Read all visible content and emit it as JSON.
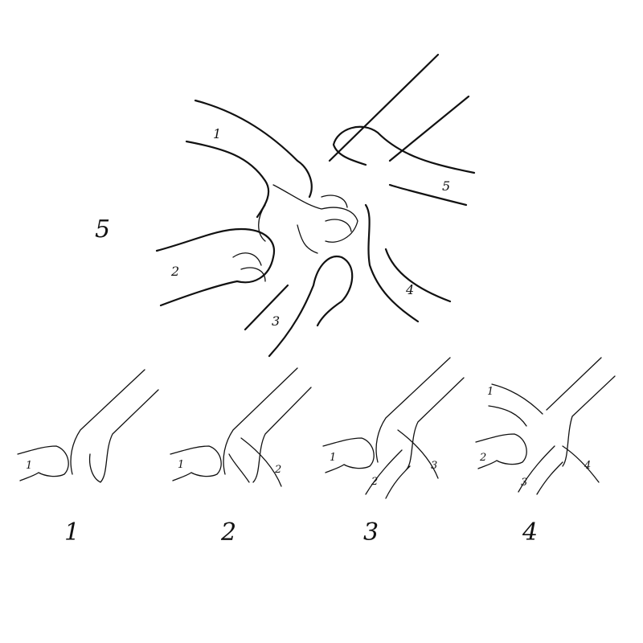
{
  "final_step": {
    "number": "5",
    "hand_labels": [
      "1",
      "2",
      "3",
      "4",
      "5"
    ]
  },
  "steps": [
    {
      "number": "1",
      "hand_labels": [
        "1"
      ]
    },
    {
      "number": "2",
      "hand_labels": [
        "1",
        "2"
      ]
    },
    {
      "number": "3",
      "hand_labels": [
        "1",
        "2",
        "3"
      ]
    },
    {
      "number": "4",
      "hand_labels": [
        "1",
        "2",
        "3",
        "4"
      ]
    }
  ],
  "colors": {
    "ink": "#111111",
    "background": "#ffffff"
  }
}
